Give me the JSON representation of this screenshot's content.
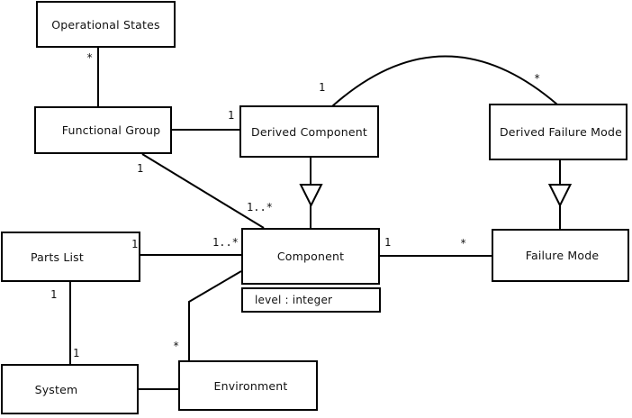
{
  "diagram_type": "uml-class-diagram",
  "colors": {
    "background": "#ffffff",
    "line": "#000000",
    "text": "#111111"
  },
  "nodes": {
    "operational_states": {
      "label": "Operational States"
    },
    "functional_group": {
      "label": "Functional Group"
    },
    "derived_component": {
      "label": "Derived Component"
    },
    "derived_failure_mode": {
      "label": "Derived Failure Mode"
    },
    "parts_list": {
      "label": "Parts List"
    },
    "component": {
      "label": "Component",
      "attributes": [
        "level : integer"
      ]
    },
    "failure_mode": {
      "label": "Failure Mode"
    },
    "system": {
      "label": "System"
    },
    "environment": {
      "label": "Environment"
    }
  },
  "edges": [
    {
      "from": "operational_states",
      "to": "functional_group",
      "type": "association",
      "from_mult": "*"
    },
    {
      "from": "functional_group",
      "to": "derived_component",
      "type": "association",
      "to_mult": "1"
    },
    {
      "from": "derived_component",
      "to": "derived_failure_mode",
      "type": "association",
      "from_mult": "1",
      "to_mult": "*"
    },
    {
      "from": "derived_component",
      "to": "component",
      "type": "generalization"
    },
    {
      "from": "derived_failure_mode",
      "to": "failure_mode",
      "type": "generalization"
    },
    {
      "from": "functional_group",
      "to": "component",
      "type": "association",
      "from_mult": "1",
      "to_mult": "1..*"
    },
    {
      "from": "parts_list",
      "to": "component",
      "type": "association",
      "from_mult": "1",
      "to_mult": "1..*"
    },
    {
      "from": "component",
      "to": "failure_mode",
      "type": "association",
      "from_mult": "1",
      "to_mult": "*"
    },
    {
      "from": "parts_list",
      "to": "system",
      "type": "association",
      "from_mult": "1",
      "to_mult": "1"
    },
    {
      "from": "system",
      "to": "environment",
      "type": "association"
    },
    {
      "from": "environment",
      "to": "component",
      "type": "association",
      "from_mult": "*"
    }
  ]
}
